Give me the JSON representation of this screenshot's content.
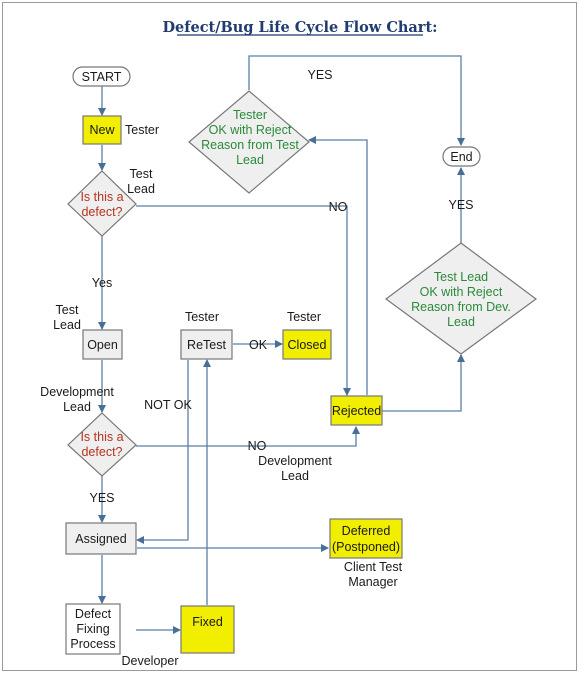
{
  "title": "Defect/Bug Life Cycle Flow Chart:",
  "colors": {
    "highlight_fill": "#f2ee00",
    "plain_fill": "#efefef",
    "connector": "#5b7fa6",
    "decision_text": "#b8321f",
    "reject_text": "#2a8a3a",
    "title_color": "#1f3b6f"
  },
  "nodes": {
    "start": "START",
    "end": "End",
    "new": "New",
    "open": "Open",
    "retest": "ReTest",
    "closed": "Closed",
    "rejected": "Rejected",
    "assigned": "Assigned",
    "fixing": [
      "Defect",
      "Fixing",
      "Process"
    ],
    "fixed": "Fixed",
    "deferred": [
      "Deferred",
      "(Postponed)"
    ],
    "decision1": [
      "Is this a",
      "defect?"
    ],
    "decision2": [
      "Is this a",
      "defect?"
    ],
    "tester_reject": [
      "Tester",
      "OK  with Reject",
      "Reason from Test",
      "Lead"
    ],
    "lead_reject": [
      "Test  Lead",
      "OK with Reject",
      "Reason from Dev.",
      "Lead"
    ]
  },
  "roles": {
    "tester_new": "Tester",
    "test_lead_top": [
      "Test",
      "Lead"
    ],
    "test_lead_open": [
      "Test",
      "Lead"
    ],
    "tester_retest": "Tester",
    "tester_closed": "Tester",
    "dev_lead_left": [
      "Development",
      "Lead"
    ],
    "dev_lead_no": [
      "Development",
      "Lead"
    ],
    "client_manager": [
      "Client Test",
      "Manager"
    ],
    "developer": "Developer"
  },
  "edges": {
    "yes_top": "YES",
    "no_top": "NO",
    "yes_open": "Yes",
    "ok": "OK",
    "not_ok": "NOT OK",
    "no_mid": "NO",
    "yes_assigned": "YES",
    "yes_end": "YES"
  }
}
